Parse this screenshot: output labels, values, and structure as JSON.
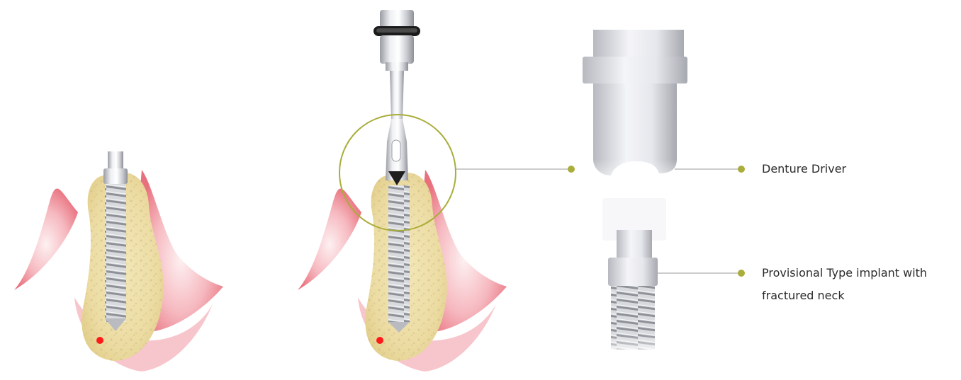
{
  "labels": {
    "driver": "Denture Driver",
    "implant_line1": "Provisional Type implant with",
    "implant_line2": "fractured neck"
  },
  "colors": {
    "gum": "#ef8f98",
    "gum_light": "#fbe3e6",
    "bone": "#efe3b0",
    "bone_dot": "#c9b889",
    "accent": "#a9ad3a",
    "marker": "#ff1a1a",
    "connector": "#9a9a9a"
  },
  "icons": [
    "bullet-dot-icon",
    "red-marker-icon",
    "arrow-down-icon"
  ]
}
